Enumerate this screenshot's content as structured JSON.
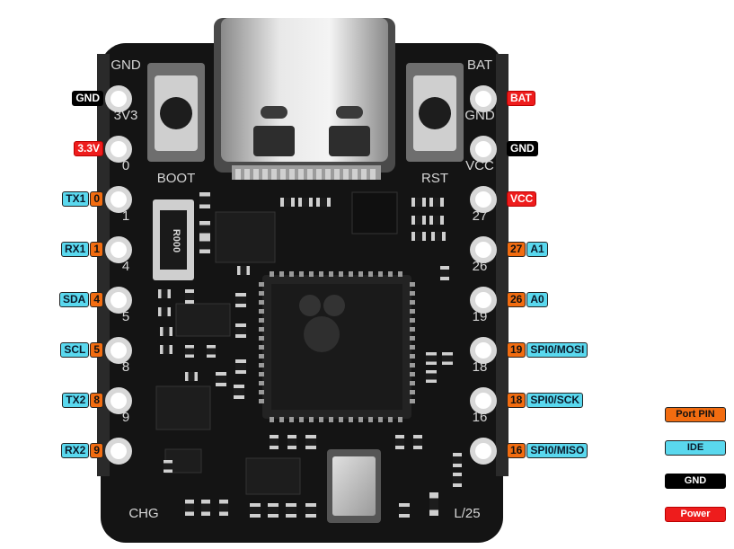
{
  "board": {
    "silkscreen_left": [
      "GND",
      "3V3",
      "0",
      "1",
      "4",
      "5",
      "8",
      "9"
    ],
    "silkscreen_right": [
      "BAT",
      "GND",
      "VCC",
      "27",
      "26",
      "19",
      "18",
      "16"
    ],
    "boot_label": "BOOT",
    "rst_label": "RST",
    "chg_label": "CHG",
    "led_label": "L/25",
    "resistor_label": "R000"
  },
  "left_pins": [
    {
      "tags": [
        {
          "text": "GND",
          "kind": "gnd"
        }
      ]
    },
    {
      "tags": [
        {
          "text": "3.3V",
          "kind": "power"
        }
      ]
    },
    {
      "tags": [
        {
          "text": "TX1",
          "kind": "ide"
        },
        {
          "text": "0",
          "kind": "port"
        }
      ]
    },
    {
      "tags": [
        {
          "text": "RX1",
          "kind": "ide"
        },
        {
          "text": "1",
          "kind": "port"
        }
      ]
    },
    {
      "tags": [
        {
          "text": "SDA",
          "kind": "ide"
        },
        {
          "text": "4",
          "kind": "port"
        }
      ]
    },
    {
      "tags": [
        {
          "text": "SCL",
          "kind": "ide"
        },
        {
          "text": "5",
          "kind": "port"
        }
      ]
    },
    {
      "tags": [
        {
          "text": "TX2",
          "kind": "ide"
        },
        {
          "text": "8",
          "kind": "port"
        }
      ]
    },
    {
      "tags": [
        {
          "text": "RX2",
          "kind": "ide"
        },
        {
          "text": "9",
          "kind": "port"
        }
      ]
    }
  ],
  "right_pins": [
    {
      "tags": [
        {
          "text": "BAT",
          "kind": "power"
        }
      ]
    },
    {
      "tags": [
        {
          "text": "GND",
          "kind": "gnd"
        }
      ]
    },
    {
      "tags": [
        {
          "text": "VCC",
          "kind": "power"
        }
      ]
    },
    {
      "tags": [
        {
          "text": "27",
          "kind": "port"
        },
        {
          "text": "A1",
          "kind": "ide"
        }
      ]
    },
    {
      "tags": [
        {
          "text": "26",
          "kind": "port"
        },
        {
          "text": "A0",
          "kind": "ide"
        }
      ]
    },
    {
      "tags": [
        {
          "text": "19",
          "kind": "port"
        },
        {
          "text": "SPI0/MOSI",
          "kind": "ide"
        }
      ]
    },
    {
      "tags": [
        {
          "text": "18",
          "kind": "port"
        },
        {
          "text": "SPI0/SCK",
          "kind": "ide"
        }
      ]
    },
    {
      "tags": [
        {
          "text": "16",
          "kind": "port"
        },
        {
          "text": "SPI0/MISO",
          "kind": "ide"
        }
      ]
    }
  ],
  "legend": [
    {
      "text": "Port PIN",
      "kind": "port"
    },
    {
      "text": "IDE",
      "kind": "ide"
    },
    {
      "text": "GND",
      "kind": "gnd"
    },
    {
      "text": "Power",
      "kind": "power"
    }
  ],
  "colors": {
    "pcb": "#141414",
    "ide": "#5ad8ee",
    "port": "#f26c10",
    "gnd": "#000000",
    "power": "#ee1c1c",
    "silk": "#d6d6d6"
  }
}
